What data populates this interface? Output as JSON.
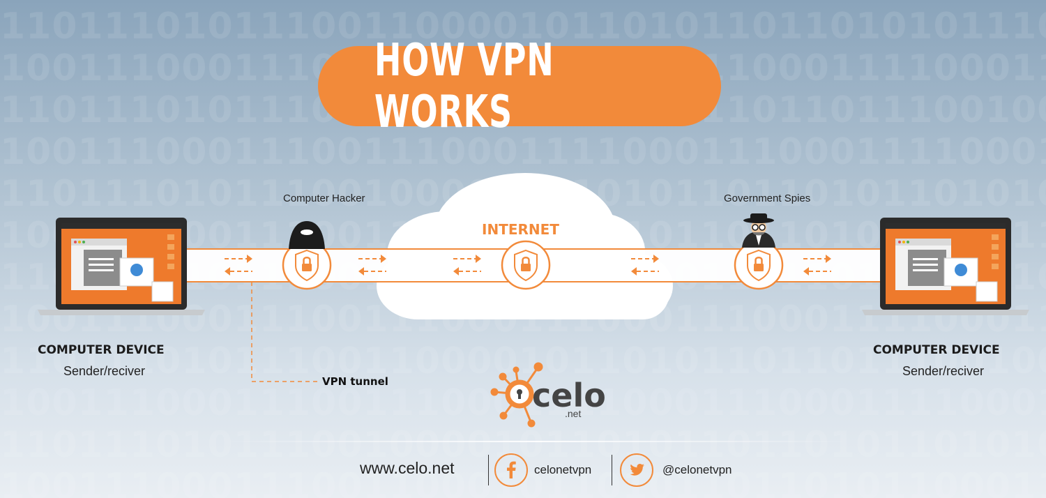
{
  "colors": {
    "accent": "#f28a3a",
    "text": "#222222",
    "tunnel": "#ffffff"
  },
  "background_binary": [
    "1101110101110011000010110101101101010111001001101110",
    "1001110001110011100011100011100011110001110011100011",
    "1101110101110011000010110101101101110010011011100101",
    "1001110001110011100011110001110001111000111100011110",
    "1101110101110010000101101011011010110101011100101110",
    "1001110001110011000101101011011010110001110011100011",
    "1101110101110011000010110101101101010111001001101110",
    "1001110001110011100011100011100011110001110011100011",
    "1101110101110011000010110101101101110010011011100101",
    "1001110001110011100011110001110001111000111100011110",
    "1101110101110010000101101011011010110101011100101110",
    "1001110001110011000101101011011010110001110011100011"
  ],
  "title": "HOW VPN WORKS",
  "left_device": {
    "title": "COMPUTER DEVICE",
    "subtitle": "Sender/reciver",
    "icon": "laptop-icon"
  },
  "right_device": {
    "title": "COMPUTER DEVICE",
    "subtitle": "Sender/reciver",
    "icon": "laptop-icon"
  },
  "hacker_label": "Computer Hacker",
  "spies_label": "Government Spies",
  "internet_label": "INTERNET",
  "vpn_tunnel_label": "VPN tunnel",
  "logo": {
    "name": "celo",
    "suffix": ".net"
  },
  "footer": {
    "website": "www.celo.net",
    "facebook": "celonetvpn",
    "twitter": "@celonetvpn"
  }
}
